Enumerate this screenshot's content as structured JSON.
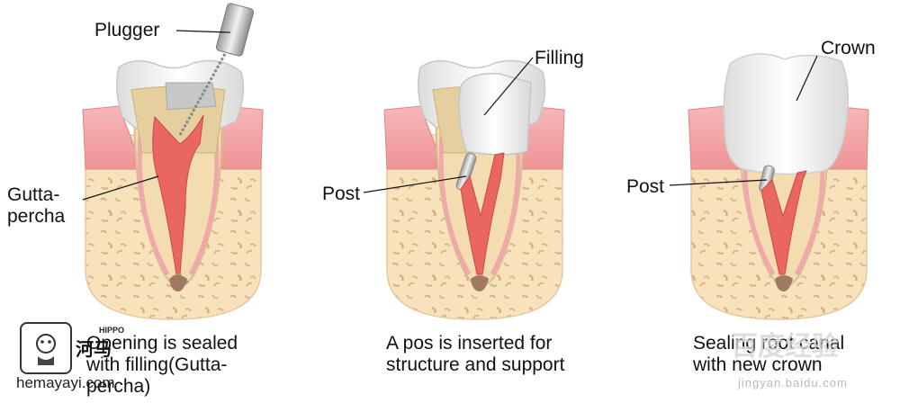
{
  "labels": {
    "plugger": "Plugger",
    "gutta_percha": "Gutta-\npercha",
    "filling": "Filling",
    "post_1": "Post",
    "post_2": "Post",
    "crown": "Crown"
  },
  "captions": {
    "panel_1": "Opening is sealed with filling(Gutta-percha)",
    "panel_2": "A pos is inserted for structure and support",
    "panel_3": "Sealing root canal with new crown"
  },
  "watermarks": {
    "left_site": "hemayayi.com",
    "left_brand": "河马",
    "left_brand_small": "HIPPO",
    "right_brand": "百度经验",
    "right_site": "jingyan.baidu.com"
  },
  "colors": {
    "gum": "#f2a3a6",
    "bone": "#f6dfb5",
    "dentin": "#f3e3b9",
    "pulp": "#e8605d",
    "enamel": "#f7f7f7",
    "filling_grey": "#c9c9c9"
  }
}
